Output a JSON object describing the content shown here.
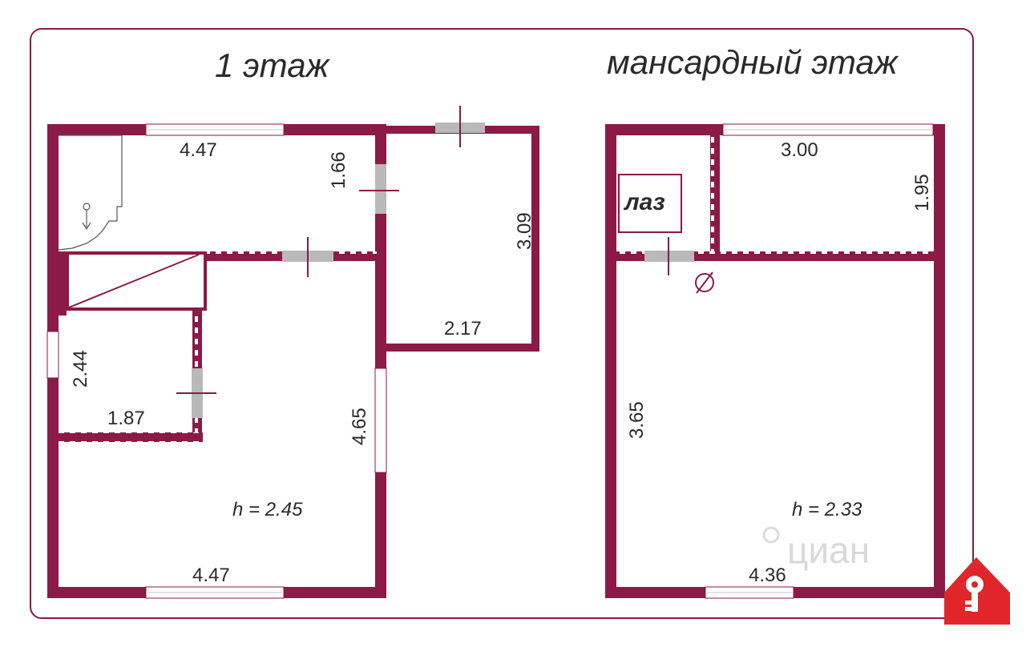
{
  "floor1": {
    "title": "1 этаж",
    "dims": {
      "top_width": "4.47",
      "corridor_depth": "1.66",
      "side_room_length": "3.09",
      "side_room_width": "2.17",
      "bath_length": "2.44",
      "bath_width": "1.87",
      "hall_length": "4.65",
      "bottom_width": "4.47"
    },
    "height": "h = 2.45"
  },
  "attic": {
    "title": "мансардный этаж",
    "hatch_label": "лаз",
    "dims": {
      "room_width": "3.00",
      "room_depth": "1.95",
      "hall_length": "3.65",
      "bottom_width": "4.36"
    },
    "height": "h = 2.33"
  },
  "watermark": {
    "text": "циан"
  },
  "colors": {
    "wall": "#8b1a47",
    "frame": "#8b1a47",
    "door": "#b9b9b9",
    "logo": "#e0262a"
  },
  "icons": {
    "logo": "house-key-icon",
    "stair": "stairs-icon",
    "chimney": "chimney-icon"
  }
}
